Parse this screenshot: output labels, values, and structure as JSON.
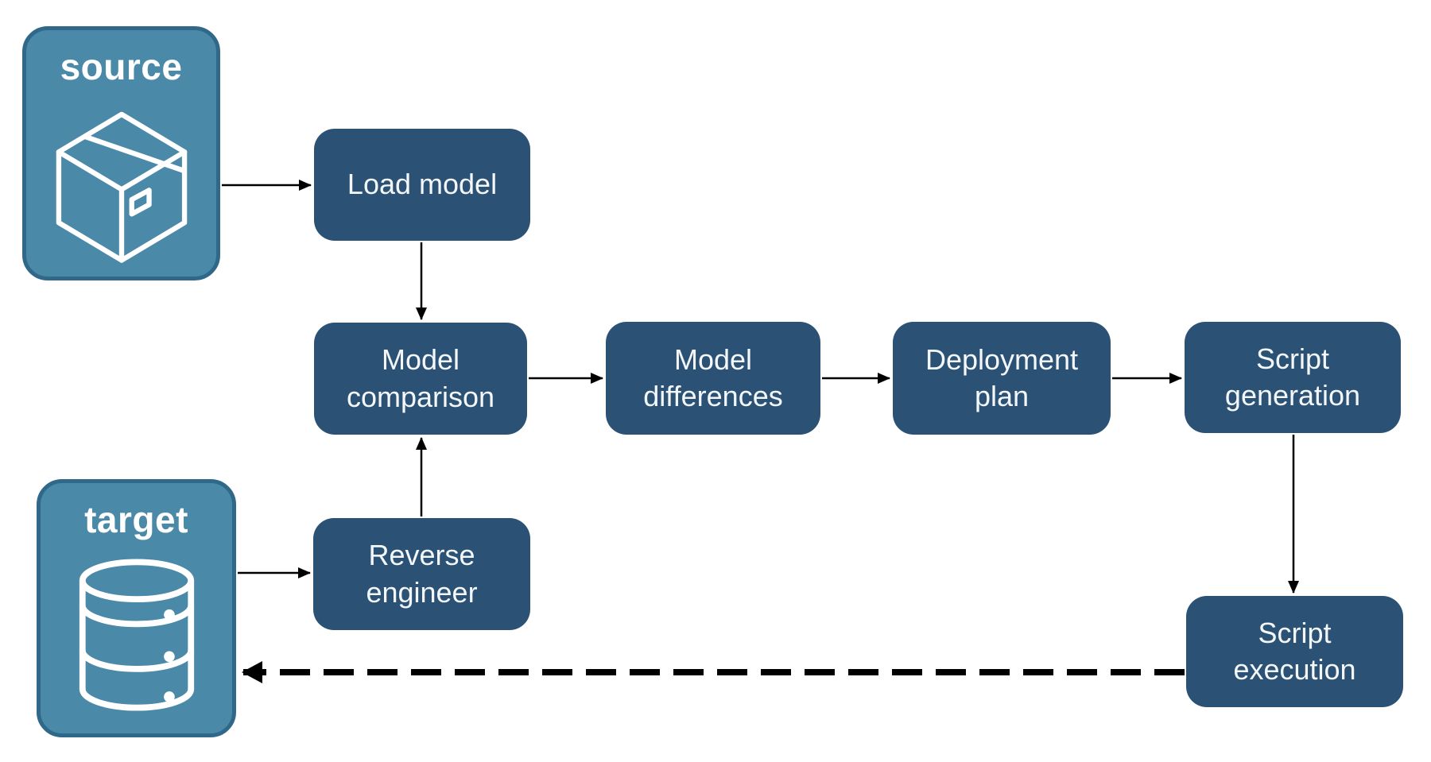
{
  "diagram": {
    "title_hint": "model deployment pipeline",
    "entities": {
      "source": {
        "label": "source",
        "icon": "package-icon"
      },
      "target": {
        "label": "target",
        "icon": "database-icon"
      }
    },
    "nodes": [
      {
        "id": "load-model",
        "label": "Load model"
      },
      {
        "id": "model-comparison",
        "label": "Model\ncomparison"
      },
      {
        "id": "model-differences",
        "label": "Model\ndifferences"
      },
      {
        "id": "deployment-plan",
        "label": "Deployment\nplan"
      },
      {
        "id": "script-generation",
        "label": "Script\ngeneration"
      },
      {
        "id": "reverse-engineer",
        "label": "Reverse\nengineer"
      },
      {
        "id": "script-execution",
        "label": "Script\nexecution"
      }
    ],
    "edges": [
      {
        "from": "source",
        "to": "load-model",
        "style": "solid"
      },
      {
        "from": "load-model",
        "to": "model-comparison",
        "style": "solid"
      },
      {
        "from": "model-comparison",
        "to": "model-differences",
        "style": "solid"
      },
      {
        "from": "model-differences",
        "to": "deployment-plan",
        "style": "solid"
      },
      {
        "from": "deployment-plan",
        "to": "script-generation",
        "style": "solid"
      },
      {
        "from": "script-generation",
        "to": "script-execution",
        "style": "solid"
      },
      {
        "from": "target",
        "to": "reverse-engineer",
        "style": "solid"
      },
      {
        "from": "reverse-engineer",
        "to": "model-comparison",
        "style": "solid"
      },
      {
        "from": "script-execution",
        "to": "target",
        "style": "dashed"
      }
    ],
    "colors": {
      "entity_fill": "#4A89A7",
      "entity_border": "#30688A",
      "node_fill": "#2B5274",
      "node_text": "#F4F7FA",
      "entity_text": "#FFFFFF",
      "arrow": "#000000",
      "background": "#FFFFFF"
    }
  }
}
